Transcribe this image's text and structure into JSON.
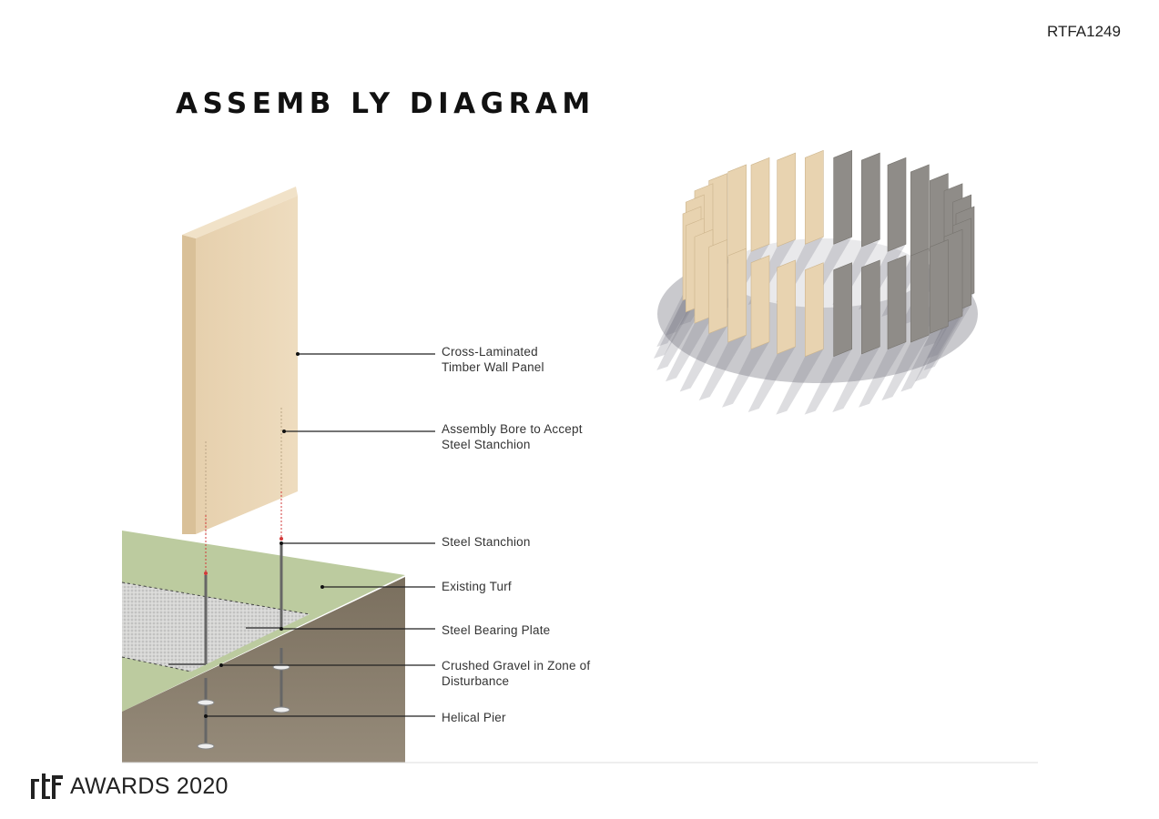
{
  "header": {
    "code": "RTFA1249",
    "title": "ASSEMB LY DIAGRAM"
  },
  "labels": {
    "clt_panel": [
      "Cross-Laminated",
      "Timber Wall Panel"
    ],
    "bore": [
      "Assembly Bore to Accept",
      "Steel Stanchion"
    ],
    "stanchion": "Steel Stanchion",
    "turf": "Existing Turf",
    "plate": "Steel Bearing Plate",
    "gravel": [
      "Crushed Gravel in Zone of",
      "Disturbance"
    ],
    "pier": "Helical Pier"
  },
  "footer": {
    "logo_mark": "rtf",
    "logo_text": "AWARDS 2020"
  },
  "colors": {
    "timber": "#e8d3b0",
    "turf": "#b9c99a",
    "soil": "#8c8170",
    "gravel": "#d4d4d4",
    "bore": "#d23a3a",
    "panel_grey": "#8f8c88"
  }
}
